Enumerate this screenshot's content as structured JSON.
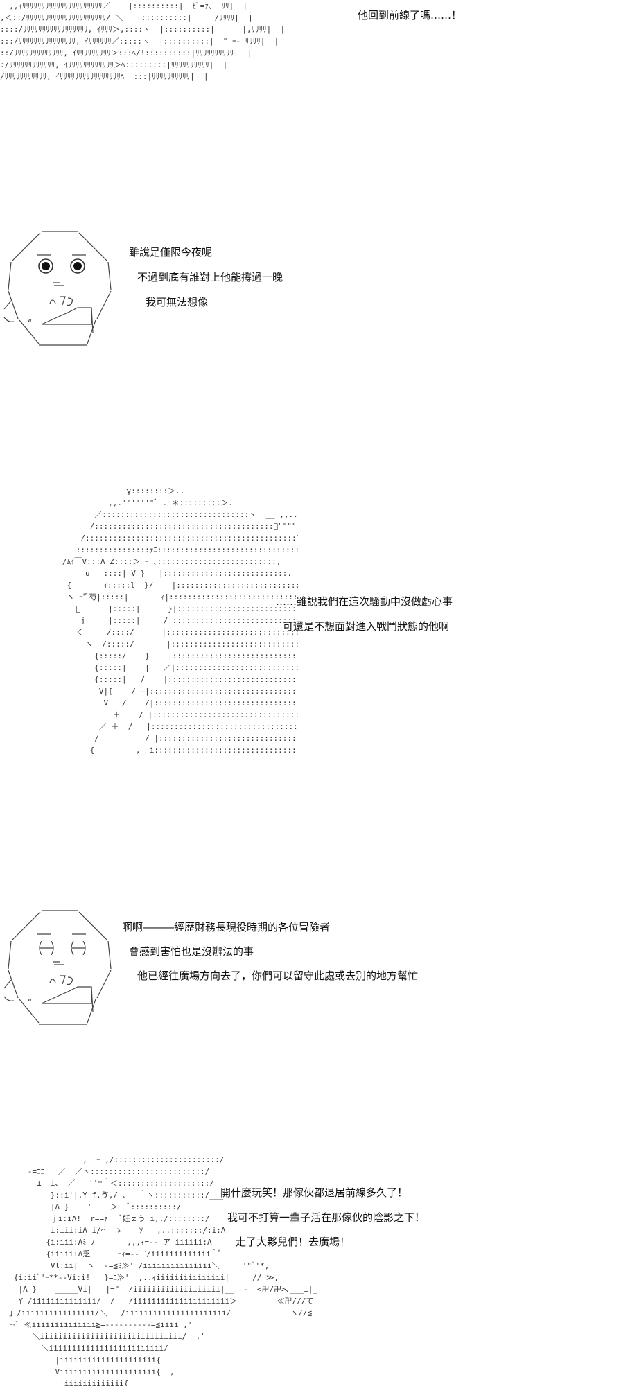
{
  "panels": [
    {
      "id": "panel-1",
      "art": "  ,,ｨﾘﾘﾘﾘﾘﾘﾘﾘﾘﾘﾘﾘﾘﾘﾘﾘﾘﾘﾘﾘﾘ／    |::::::::::|  ﾋﾞ=ｧ､  ﾘﾘ|  |\n,＜::/ﾘﾘﾘﾘﾘﾘﾘﾘﾘﾘﾘﾘﾘﾘﾘﾘﾘﾘﾘﾘﾘ/ ＼   |::::::::::|     /ﾘﾘﾘﾘ|  |\n::::/ﾘﾘﾘﾘﾘﾘﾘﾘﾘﾘﾘﾘﾘﾘﾘﾘﾘ, ｲﾘﾘﾘ＞,::::ヽ  |::::::::::|      |,ﾘﾘﾘﾘ|  |\n:::/ﾘﾘﾘﾘﾘﾘﾘﾘﾘﾘﾘﾘﾘﾘﾘ, ｲﾘﾘﾘﾘﾘﾘ／:::::ヽ  |::::::::::|  \" ｰ-'ﾘﾘﾘﾘ|  |\n::/ﾘﾘﾘﾘﾘﾘﾘﾘﾘﾘﾘﾘﾘ, ｲﾘﾘﾘﾘﾘﾘﾘﾘﾘ＞:::ﾍ/!::::::::::|ﾘﾘﾘﾘﾘﾘﾘﾘﾘﾘ|  |\n:/ﾘﾘﾘﾘﾘﾘﾘﾘﾘﾘﾘﾘ, ｲﾘﾘﾘﾘﾘﾘﾘﾘﾘﾘﾘﾘ＞ﾍ:::::::::|ﾘﾘﾘﾘﾘﾘﾘﾘﾘﾘ|  |\n/ﾘﾘﾘﾘﾘﾘﾘﾘﾘﾘﾘ, ｲﾘﾘﾘﾘﾘﾘﾘﾘﾘﾘﾘﾘﾘﾘﾘﾘﾍ  :::|ﾘﾘﾘﾘﾘﾘﾘﾘﾘﾘ|  |",
      "lines": [
        "他回到前線了嗎……！"
      ]
    },
    {
      "id": "panel-2",
      "lines": [
        "雖說是僅限今夜呢",
        "不過到底有誰對上他能撐過一晚",
        "我可無法想像"
      ]
    },
    {
      "id": "panel-3",
      "art": "               __γ::::::::＞..\n             ,,.''''''\"ﾞ . ＊:::::::::＞.  ____\n          ／::::::::::::::::::::::::::::::::ヽ  __ ,,.... ｱ\n         /:::::::::::::::::::::::::::::::::::::::ﾞ\"\"\"\"\n       /::::::::::::::::::::::::::::::::::::::::::::::＼\n      ::::::::::::::::ﾃﾆ:::::::::::::::::::::::::::::::::::ヽ\n   /ﾑｲ￣V:::Λ Ζ::::＞ ｰ ､::::::::::::::::::::::::::,\n        u   ::::| V }   |:::::::::::::::::::::::::::.\n    {       ｨ:::::l  }/    |::::::::::::::::::::::::::::\n    ヽ ｰ'ﾞ芍|:::::|       ｨ|::::::::::::::::::::::::::::::\n      ﾞ      |:::::|      }|::::::::::::::::::::::::::::::.\n       j     |:::::|     /|::::::::::::::::::::::::::::::::\n      く     /::::/      |::::::::::::::::::::::::::::::::::\n        ヽ  /:::::/       |::::::::::::::::::::::::::::::::::,\n          {:::::/    }    |:::::::::::::::::::::::::::::::::::\n          {:::::|    |   ／|::::::::::::::::::::::::::::::::::::\n          {:::::|   /    |:::::::::::::::::::::::::::::::::::::\n           V|[    / ―|:::::::::::::::::::::::::::::::::::::,\n            V   /    /|::::::::::::::::::::::::::::::::::::::\n              ＋    / |::::::::::::::::::::::::::::::::::::::\n           ／ ＋  /   |::::::::::::::::::::::::::::::::::::::\n          /          / |::::::::::::::::::::::::::::::::::::::\n         {         ,  i:::::::::::::::::::::::::::::::::::::::",
      "lines": [
        "……雖說我們在這次騷動中沒做虧心事",
        "可還是不想面對進入戰鬥狀態的他啊"
      ]
    },
    {
      "id": "panel-4",
      "lines": [
        "啊啊―――經歷財務長現役時期的各位冒險者",
        "會感到害怕也是沒辦法的事",
        "他已經往廣場方向去了，你們可以留守此處或去別的地方幫忙"
      ]
    },
    {
      "id": "panel-5",
      "art": "                  ,  ｰ ,/:::::::::::::::::::::::/\n      -=ﾆﾆ   ／  ／ヽ:::::::::::::::::::::::::/\n        ⊥  i、 ／   ''*＾＜::::::::::::::::::::/\n           }::i'|,Y f.ゔ,/ 、  ｀ヽ:::::::::::/___\n           |Λ }    '    ＞  ﾞ::::::::::/\n           ｊi:iΛ!  r==ｧ   ﾞ妊ｚう i,./::::::::/\n           i:iii:iΛ i/⌒  ゝ  ＿ｿ   ,..:::::::/:i:Λ\n          {i:iii:Λﾐ ﾉ       ,,,ｨ=-- ア iiiiii:Λ\n          {iiiii:Λ乏 _    ｰｨ=-- ˊ/iiiiiiiiiiiii｀ﾞ\n           Vl:ii|  ヽ  -=≦ﾐ≫' /iiiiiiiiiiiiiii＼    ''\"ﾞ'*,\n   {i:iiﾞ\"ｰ**--Vi:i!   }=ﾆ≫'  ,..ｨiiiiiiiiiiiiiii|     // ≫,\n    |Λ }    _____Vi|   |=\"  /iiiiiiiiiiiiiiiiiii|__  -  <卍/卍>､___i|_\n    Y /iiiiiiiiiiiiii/  /   /iiiiiiiiiiiiiiiiiiiii＞      ￣ ≪卍///て\n  」/iiiiiiiiiiiiiiii/＼___/iiiiiiiiiiiiiiiiiiiiii/             ヽ//≦\n  ｰ-ﾞ ≪iiiiiiiiiiiiii≧=----------=≦iiii ,'\n       ＼iiiiiiiiiiiiiiiiiiiiiiiiiiiiiii/  ,'\n         ＼iiiiiiiiiiiiiiiiiiiiiiiii/\n            |iiiiiiiiiiiiiiiiiiiii{\n            Viiiiiiiiiiiiiiiiiiiii{  ,\n             |iiiiiiiiiiiii{\n             iiiiiiiiiiiii{     .",
      "lines": [
        "開什麼玩笑！那傢伙都退居前線多久了！",
        "我可不打算一輩子活在那傢伙的陰影之下！",
        "走了大夥兒們！去廣場！"
      ]
    }
  ]
}
